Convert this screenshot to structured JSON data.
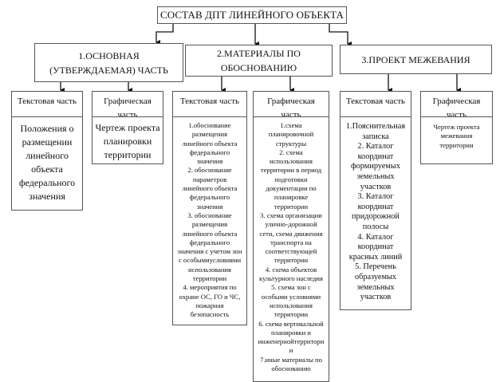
{
  "title": "СОСТАВ ДПТ ЛИНЕЙНОГО ОБЪЕКТА",
  "sections": [
    {
      "label_lines": [
        "1.ОСНОВНАЯ",
        "(УТВЕРЖДАЕМАЯ) ЧАСТЬ"
      ],
      "text_part": {
        "label": "Текстовая часть",
        "content_lines": [
          "Положения о",
          "размещении",
          "линейного",
          "объекта",
          "федерального",
          "значения"
        ]
      },
      "graphic_part": {
        "label_lines": [
          "Графическая",
          "часть"
        ],
        "content_lines": [
          "Чертеж проекта",
          "планировки",
          "территории"
        ]
      }
    },
    {
      "label_lines": [
        "2.МАТЕРИАЛЫ ПО",
        "ОБОСНОВАНИЮ"
      ],
      "text_part": {
        "label": "Текстовая часть",
        "content_lines": [
          "1.обоснование",
          "размещения",
          "линейного объекта",
          "федерального",
          "значения",
          "2. обоснование",
          "параметров",
          "линейного объекта",
          "федерального",
          "значения",
          "3. обоснование",
          "размещения",
          "линейного объекта",
          "федерального",
          "значения с учетом зон",
          "с особымиусловиями",
          "использования",
          "территории",
          "4. мероприятия по",
          "охране ОС, ГО и ЧС,",
          "пожарная",
          "безопасность"
        ]
      },
      "graphic_part": {
        "label_lines": [
          "Графическая",
          "часть"
        ],
        "content_lines": [
          "1.схема",
          "планировочной",
          "структуры",
          "2. схема",
          "использования",
          "территории в период",
          "подготовки",
          "документации по",
          "планировке",
          "территории",
          "3. схема организации",
          "улично-дорожной",
          "сети, схема движения",
          "транспорта на",
          "соответствующей",
          "территории",
          "4. схема объектов",
          "культурного наследия",
          "5. схема зон с",
          "особыми условиями",
          "использования",
          "территории",
          "6. схема вертикальной",
          "планировки и",
          "инженернойтерритори",
          "и",
          "7.иные материалы по",
          "обоснованию"
        ]
      }
    },
    {
      "label_lines": [
        "3.ПРОЕКТ МЕЖЕВАНИЯ"
      ],
      "text_part": {
        "label": "Текстовая часть",
        "content_lines": [
          "1.Пояснительная",
          "записка",
          "2. Каталог",
          "координат",
          "формируемых",
          "земельных",
          "участков",
          "3. Каталог",
          "координат",
          "придорожной",
          "полосы",
          "4. Каталог",
          "координат",
          "красных линий",
          "5. Перечень",
          "образуемых",
          "земельных",
          "участков"
        ]
      },
      "graphic_part": {
        "label_lines": [
          "Графическая",
          "часть"
        ],
        "content_lines": [
          "Чертеж проекта",
          "межевания",
          "территории"
        ]
      }
    }
  ]
}
